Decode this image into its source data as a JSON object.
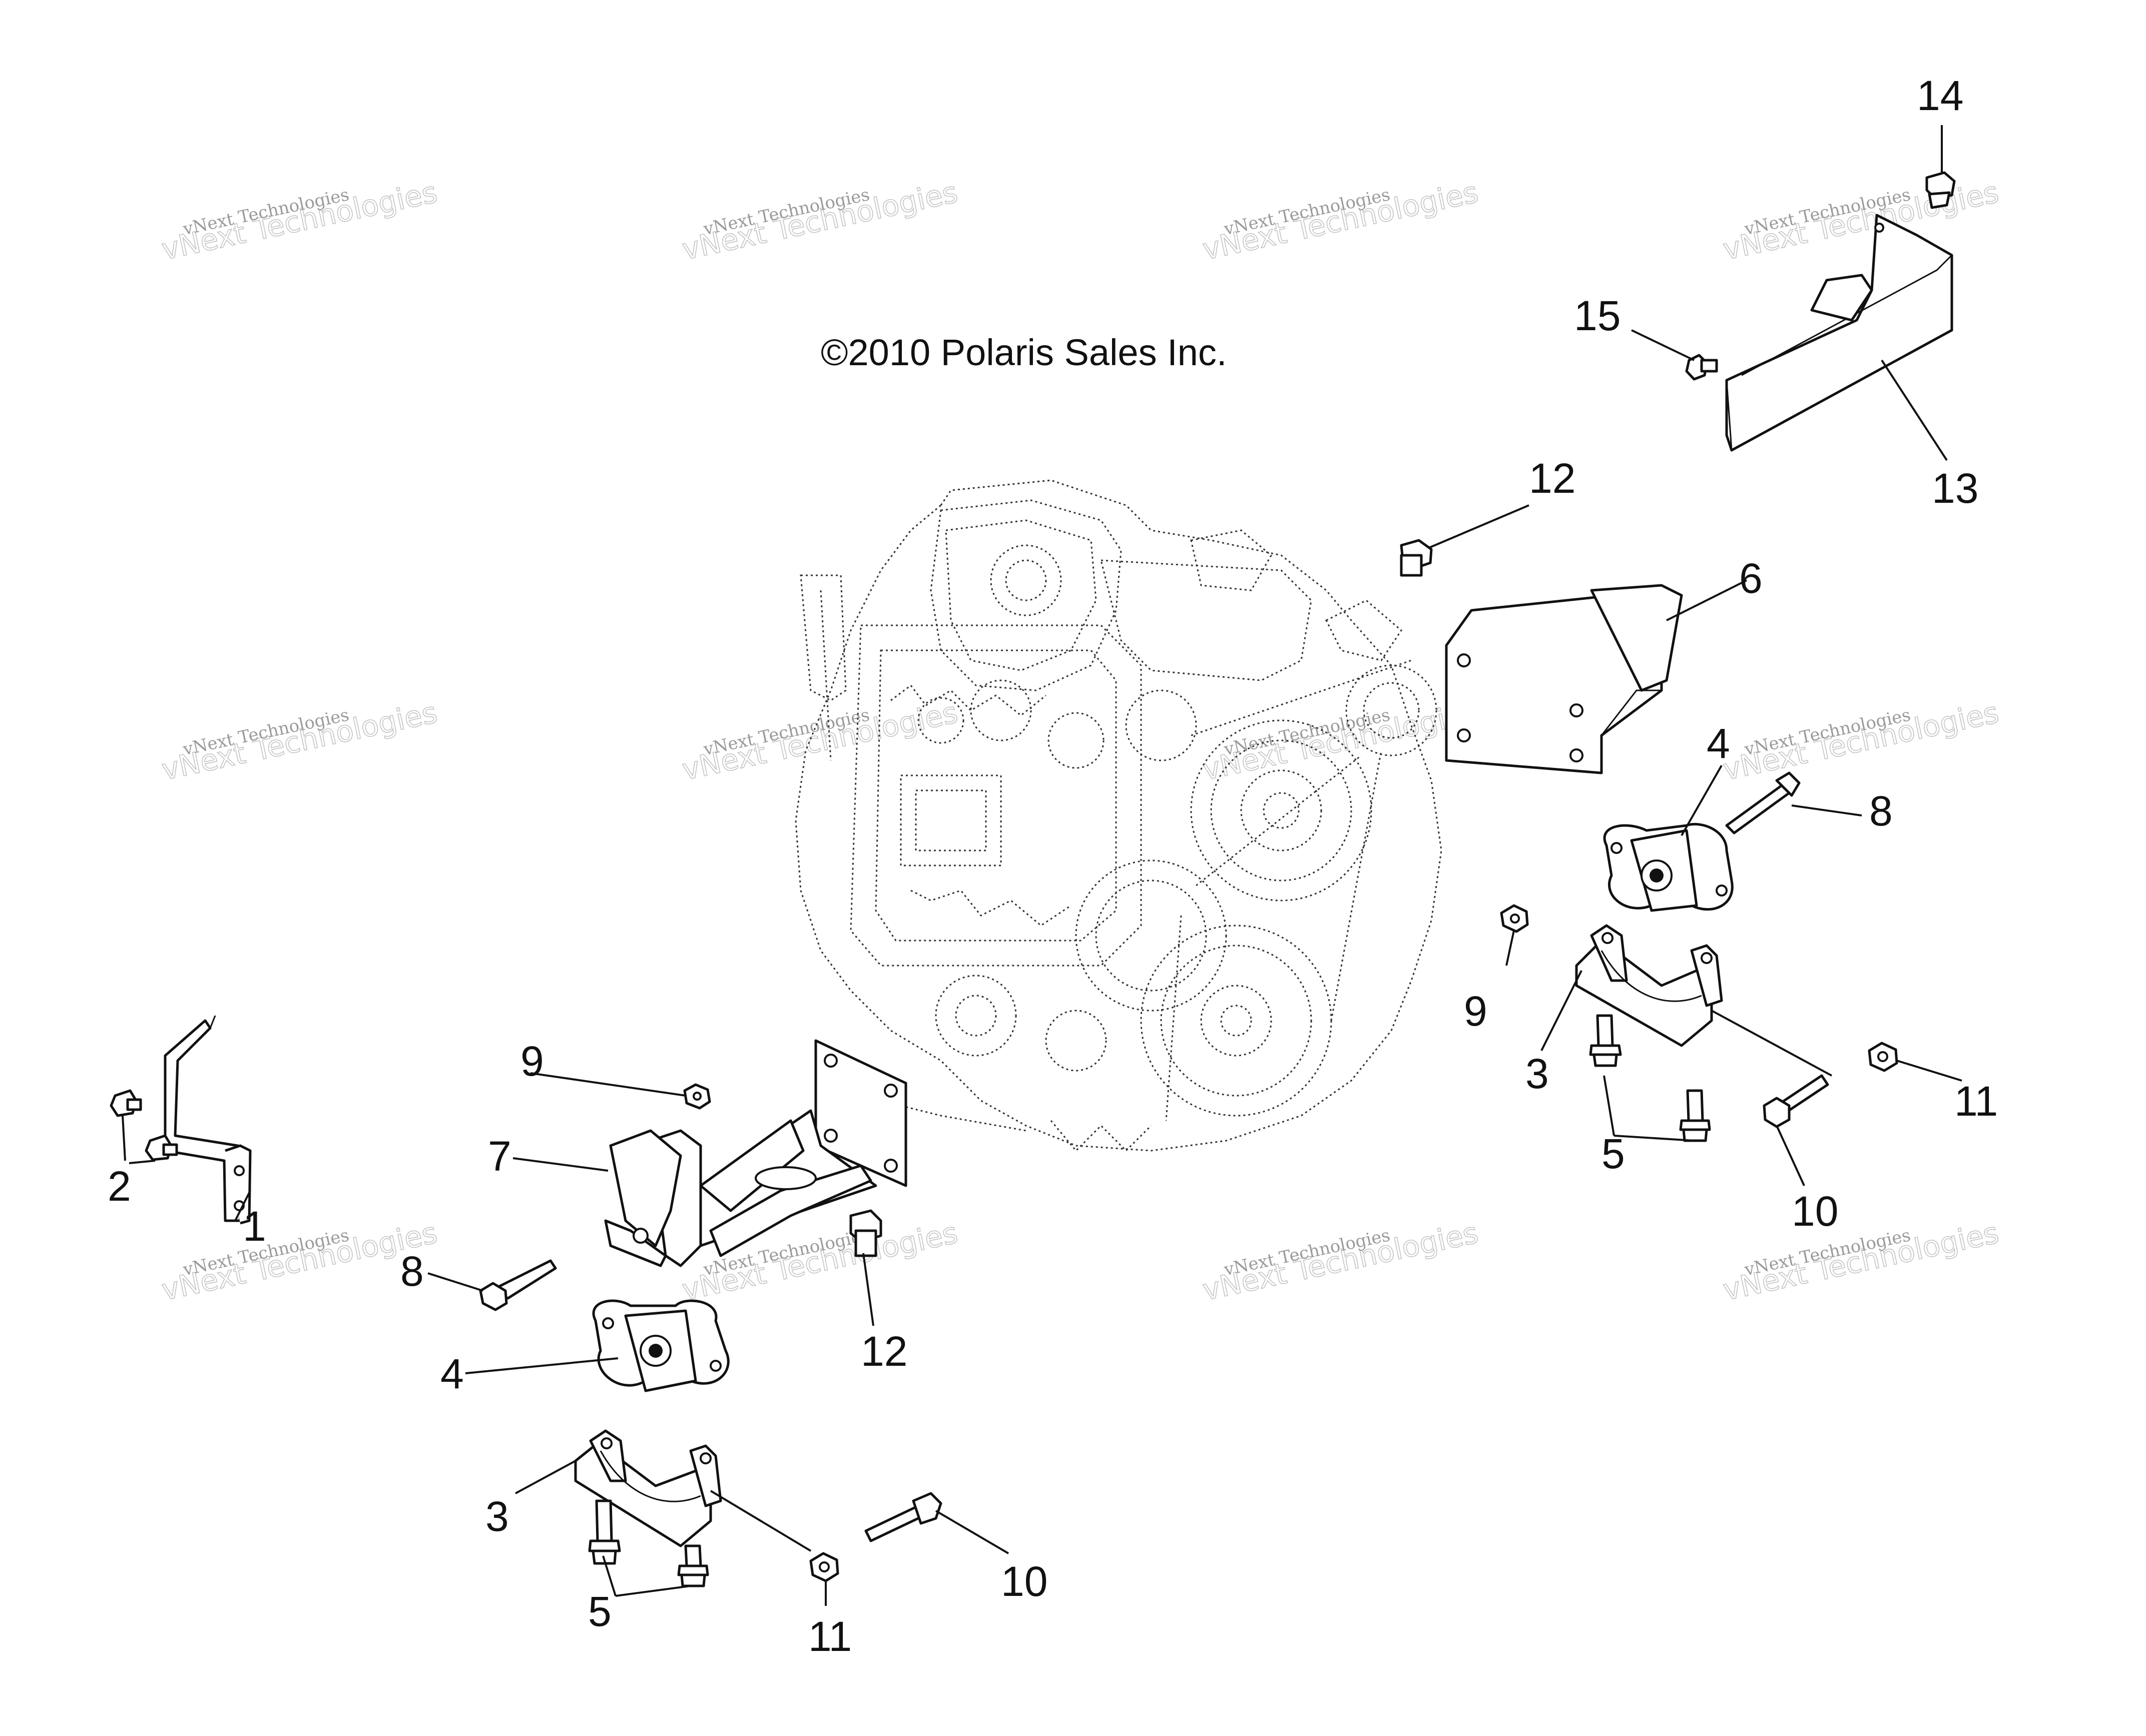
{
  "copyright": "©2010 Polaris Sales Inc.",
  "watermark": {
    "line1": "vNext Technologies",
    "line2": "vNext Technologies"
  },
  "callouts": [
    "1",
    "2",
    "3",
    "3",
    "4",
    "4",
    "5",
    "5",
    "6",
    "7",
    "8",
    "8",
    "9",
    "9",
    "10",
    "10",
    "11",
    "11",
    "12",
    "12",
    "13",
    "14",
    "15"
  ]
}
